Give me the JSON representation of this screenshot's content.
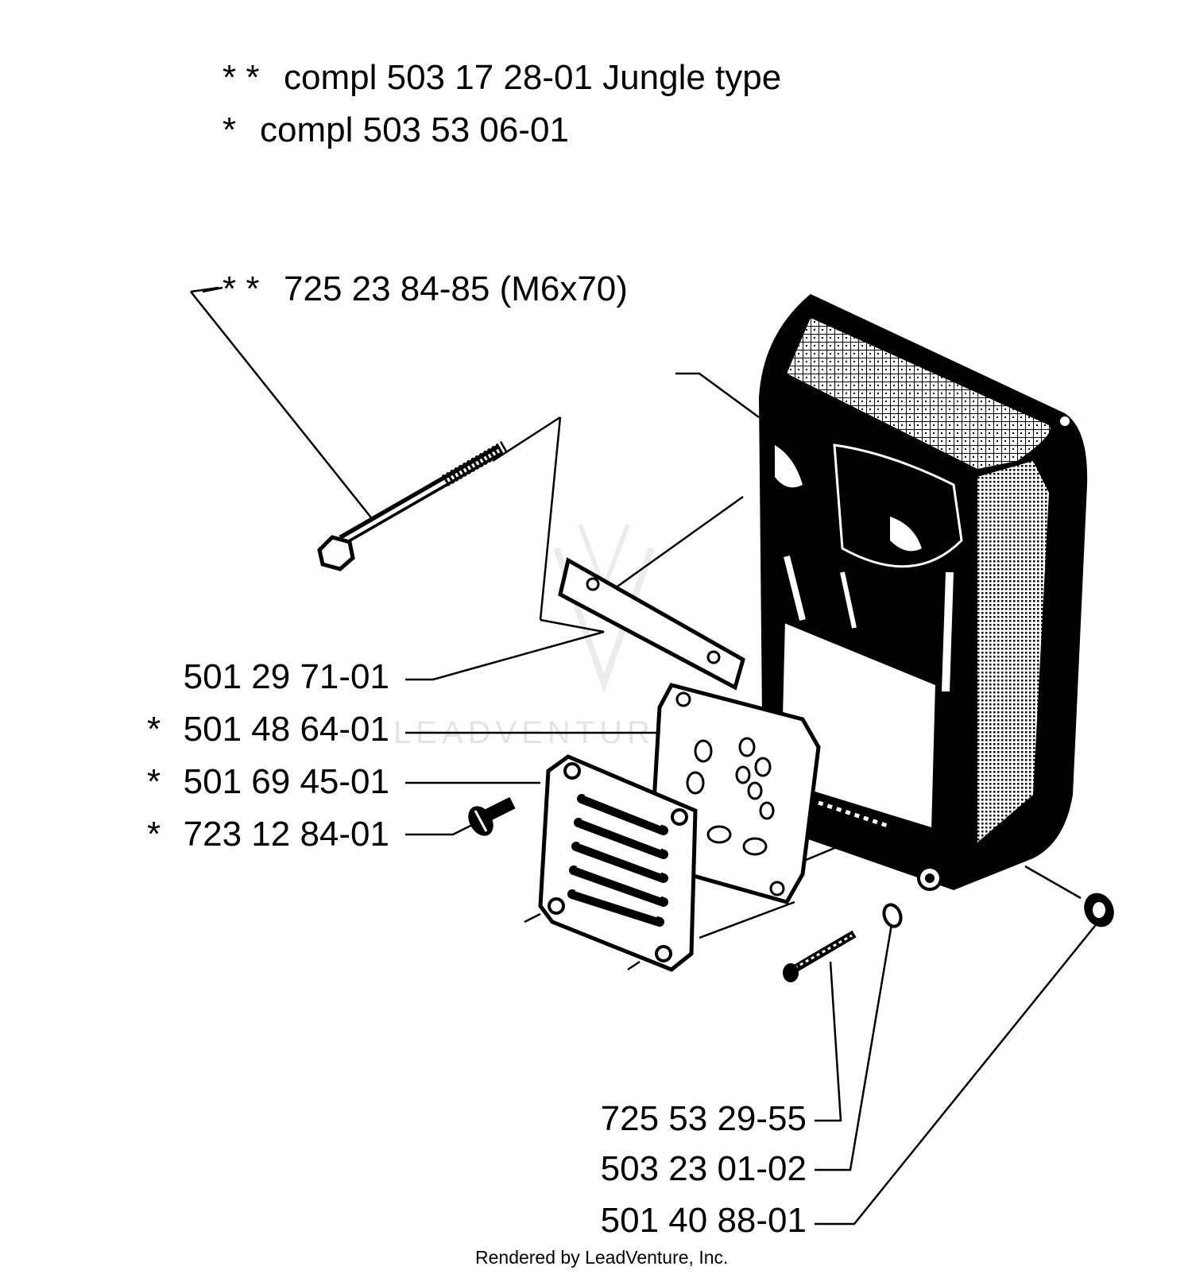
{
  "header": {
    "line1": {
      "marker": "* *",
      "text": "compl 503 17 28-01  Jungle type"
    },
    "line2": {
      "marker": "*",
      "text": "compl 503 53 06-01"
    }
  },
  "callouts": [
    {
      "id": "bolt",
      "marker": "* *",
      "text": "725 23 84-85 (M6x70)"
    },
    {
      "id": "plate",
      "marker": "",
      "text": "501 29 71-01"
    },
    {
      "id": "gasket",
      "marker": "*",
      "text": "501 48 64-01"
    },
    {
      "id": "guard",
      "marker": "*",
      "text": "501 69 45-01"
    },
    {
      "id": "screw",
      "marker": "*",
      "text": "723 12 84-01"
    },
    {
      "id": "bolt-small",
      "marker": "",
      "text": "725 53 29-55"
    },
    {
      "id": "washer",
      "marker": "",
      "text": "503 23 01-02"
    },
    {
      "id": "nut",
      "marker": "",
      "text": "501 40 88-01"
    }
  ],
  "footer": {
    "text": "Rendered by LeadVenture, Inc."
  },
  "watermark": {
    "text": "LEADVENTURE"
  }
}
